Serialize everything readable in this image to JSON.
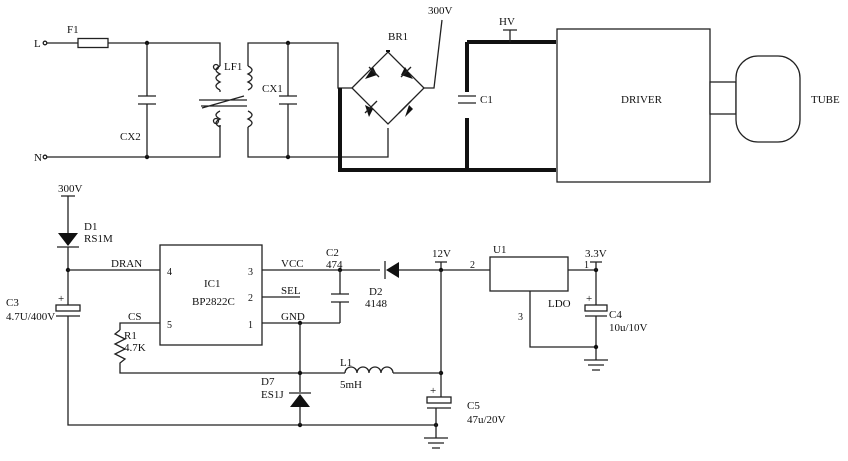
{
  "top": {
    "node_l": "L",
    "node_n": "N",
    "fuse": "F1",
    "line_filter": "LF1",
    "cap_x2_left": "CX2",
    "cap_x2_right": "CX1",
    "bridge": "BR1",
    "bridge_out": "300V",
    "hv": "HV",
    "bulk_cap": "C1",
    "driver": "DRIVER",
    "tube": "TUBE"
  },
  "bottom": {
    "supply_in": "300V",
    "d1_ref": "D1",
    "d1_val": "RS1M",
    "c3_ref": "C3",
    "c3_val": "4.7U/400V",
    "ic_ref": "IC1",
    "ic_part": "BP2822C",
    "pin_dran": "DRAN",
    "pin_cs": "CS",
    "pin_vcc": "VCC",
    "pin_sel": "SEL",
    "pin_gnd": "GND",
    "pin4": "4",
    "pin5": "5",
    "pin3": "3",
    "pin2": "2",
    "pin1": "1",
    "r1_ref": "R1",
    "r1_val": "4.7K",
    "c2_ref": "C2",
    "c2_val": "474",
    "d2_ref": "D2",
    "d2_val": "4148",
    "rail_12v": "12V",
    "u1_ref": "U1",
    "u1_part": "LDO",
    "u1_pin2": "2",
    "u1_pin1": "1",
    "u1_pin3": "3",
    "rail_33v": "3.3V",
    "c4_ref": "C4",
    "c4_val": "10u/10V",
    "l1_ref": "L1",
    "l1_val": "5mH",
    "d7_ref": "D7",
    "d7_val": "ES1J",
    "c5_ref": "C5",
    "c5_val": "47u/20V"
  }
}
